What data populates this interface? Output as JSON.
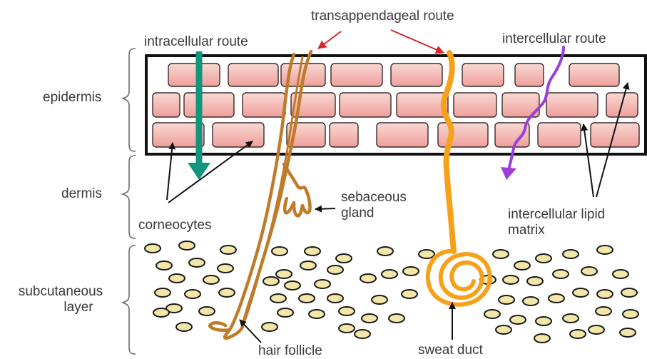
{
  "labels": {
    "epidermis": "epidermis",
    "dermis": "dermis",
    "subcutaneous_line1": "subcutaneous",
    "subcutaneous_line2": "layer",
    "intracellular_route": "intracellular route",
    "transappendageal_route": "transappendageal route",
    "intercellular_route": "intercellular route",
    "corneocytes": "corneocytes",
    "sebaceous_line1": "sebaceous",
    "sebaceous_line2": "gland",
    "lipid_line1": "intercellular lipid",
    "lipid_line2": "matrix",
    "hair_follicle": "hair follicle",
    "sweat_duct": "sweat duct"
  },
  "colors": {
    "cell_fill_top": "#f8d9d4",
    "cell_fill_bottom": "#ef9f9a",
    "cell_stroke": "#3a2a2a",
    "fat_cell": "#f2e6a8",
    "hair": "#c07b2a",
    "sweat": "#f7a11a",
    "intracellular_arrow": "#11957d",
    "intercellular_arrow": "#9b3fd9",
    "red_arrow": "#e0202a"
  }
}
